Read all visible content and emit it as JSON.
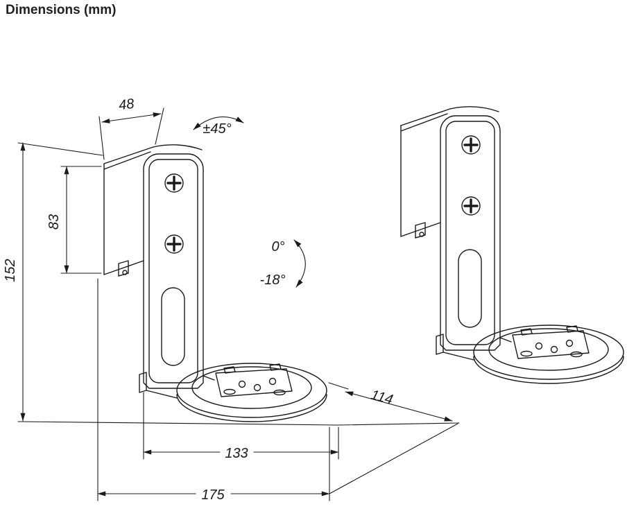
{
  "title": "Dimensions (mm)",
  "labels": {
    "depth": "48",
    "bracket_height": "83",
    "total_height": "152",
    "base_depth": "114",
    "base_width": "133",
    "total_width": "175",
    "swivel_angle": "±45°",
    "tilt_up": "0°",
    "tilt_down": "-18°"
  },
  "colors": {
    "line": "#1a1a1a",
    "background": "#ffffff"
  }
}
